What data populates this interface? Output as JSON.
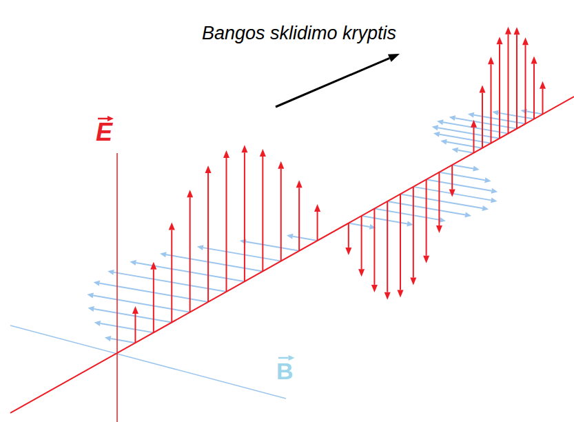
{
  "diagram": {
    "labels": [
      "Bangos sklidimo kryptis",
      "E",
      "B"
    ]
  }
}
